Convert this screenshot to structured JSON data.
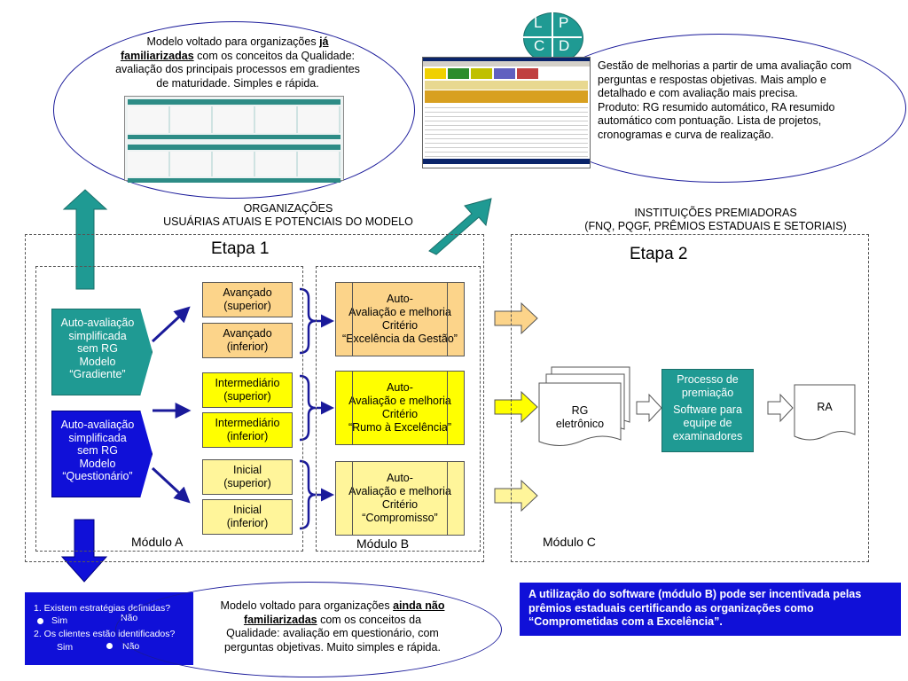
{
  "top_left_note": {
    "line1_prefix": "Modelo voltado para organizações ",
    "line1_bold": "já",
    "line2_bold": "familiarizadas",
    "line2_rest": " com  os conceitos da Qualidade:",
    "line3": "avaliação dos principais  processos em gradientes",
    "line4": "de maturidade. Simples e rápida."
  },
  "pdca": {
    "tl": "L",
    "tr": "P",
    "bl": "C",
    "br": "D"
  },
  "top_right_note": {
    "text": "Gestão de melhorias a partir de uma avaliação com perguntas e respostas objetivas. Mais amplo e detalhado  e com avaliação mais precisa.",
    "text2": "Produto: RG resumido automático, RA resumido automático com pontuação. Lista de projetos, cronogramas e curva de realização."
  },
  "orgs_label": {
    "line1": "ORGANIZAÇÕES",
    "line2": "USUÁRIAS ATUAIS E POTENCIAIS DO MODELO"
  },
  "inst_label": {
    "line1": "INSTITUIÇÕES PREMIADORAS",
    "line2": "(FNQ, PQGF, PRÊMIOS ESTADUAIS E SETORIAIS)"
  },
  "etapa1": "Etapa 1",
  "etapa2": "Etapa 2",
  "auto_grad": [
    "Auto-avaliação",
    "simplificada",
    "sem RG",
    "Modelo",
    "“Gradiente”"
  ],
  "auto_quest": [
    "Auto-avaliação",
    "simplificada",
    "sem RG",
    "Modelo",
    "“Questionário”"
  ],
  "levels": [
    [
      "Avançado",
      "(superior)"
    ],
    [
      "Avançado",
      "(inferior)"
    ],
    [
      "Intermediário",
      "(superior)"
    ],
    [
      "Intermediário",
      "(inferior)"
    ],
    [
      "Inicial",
      "(superior)"
    ],
    [
      "Inicial",
      "(inferior)"
    ]
  ],
  "criteria": [
    [
      "Auto-",
      "Avaliação e melhoria",
      "Critério",
      "“Excelência da Gestão”"
    ],
    [
      "Auto-",
      "Avaliação e melhoria",
      "Critério",
      "“Rumo à Excelência”"
    ],
    [
      "Auto-",
      "Avaliação e melhoria",
      "Critério",
      "“Compromisso”"
    ]
  ],
  "rg": [
    "RG",
    "eletrônico"
  ],
  "processo": {
    "line1": "Processo de",
    "line2": "premiação",
    "line3": "Software para",
    "line4": "equipe de",
    "line5": "examinadores"
  },
  "ra": "RA",
  "modulo_a": "Módulo A",
  "modulo_b": "Módulo B",
  "modulo_c": "Módulo C",
  "questionnaire": {
    "q1": "1. Existem estratégias definidas?",
    "sim": "Sim",
    "nao": "Não",
    "q2": "2. Os clientes estão identificados?"
  },
  "bottom_note": {
    "line1_prefix": "Modelo voltado para organizações ",
    "line1_bold": "ainda não",
    "line2_bold": "familiarizadas",
    "line2_rest": " com  os conceitos da",
    "line3": "Qualidade: avaliação em questionário, com",
    "line4": "perguntas objetivas. Muito simples e rápida."
  },
  "bottom_right_note": "A utilização do software (módulo B) pode ser incentivada pelas prêmios estaduais certificando as organizações como “Comprometidas com a Excelência”.",
  "colors": {
    "teal": "#1f9a93",
    "blue": "#1010d8",
    "navy": "#1a1a9a",
    "orange": "#fcd48a",
    "yellow": "#ffff00"
  }
}
